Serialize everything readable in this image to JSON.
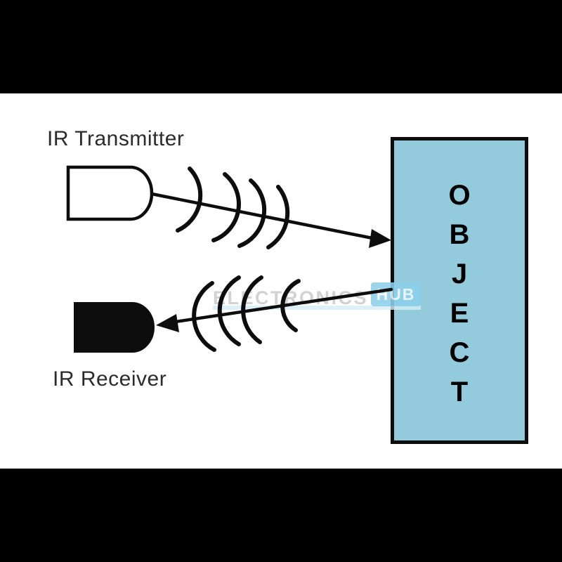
{
  "labels": {
    "transmitter": "IR Transmitter",
    "receiver": "IR Receiver"
  },
  "object": {
    "word": "OBJECT",
    "letters": [
      "O",
      "B",
      "J",
      "E",
      "C",
      "T"
    ]
  },
  "watermark": {
    "brand": "ELECTRONICS",
    "badge": "HUB"
  },
  "colors": {
    "letterbox": "#000000",
    "canvas-bg": "#ffffff",
    "ink": "#0d0d0d",
    "label-ink": "#2b2b2b",
    "object-fill": "#93cbdc",
    "badge-bg": "#8dd0ea",
    "watermark-text": "#d2d2d2",
    "underline": "#d6ecf5"
  }
}
